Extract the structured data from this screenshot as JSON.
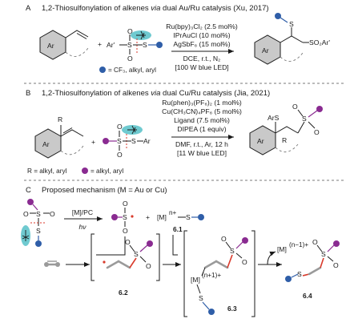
{
  "colors": {
    "purple": "#8a2b91",
    "blue": "#2f5ea8",
    "red": "#d93a2b",
    "teal": "#6fcad0",
    "ring_fill": "#c9c9c9",
    "bond_grey": "#9a9a9a"
  },
  "icons": [
    "scissors-icon",
    "ar-ring-icon",
    "radical-dot-icon"
  ],
  "sectionA": {
    "letter": "A",
    "title_pre": "1,2-Thiosulfonylation of alkenes ",
    "title_via": "via",
    "title_post": " dual Au/Ru catalysis (Xu, 2017)",
    "cond1": "Ru(bpy)₃Cl₂ (2.5 mol%)",
    "cond2": "IPrAuCl (10 mol%)",
    "cond3": "AgSbF₆ (15 mol%)",
    "cond4": "DCE, r.t., N₂",
    "cond5": "[100 W blue LED]",
    "legend": "= CF₃, alkyl, aryl",
    "reagent_ar": "Ar'",
    "product_so2": "SO₂Ar'"
  },
  "sectionB": {
    "letter": "B",
    "title_pre": "1,2-Thiosulfonylation of alkenes ",
    "title_via": "via",
    "title_post": " dual Cu/Ru catalysis (Jia, 2021)",
    "cond1": "Ru(phen)₃(PF₆)₂ (1 mol%)",
    "cond2": "Cu(CH₃CN)₄PF₆ (5 mol%)",
    "cond3": "Ligand (7.5 mol%)",
    "cond4": "DIPEA (1 equiv)",
    "cond5": "DMF, r.t., Ar, 12 h",
    "cond6": "[11 W blue LED]",
    "legend_r": "R = alkyl, aryl",
    "legend_purple": "= alkyl, aryl",
    "product_ars": "ArS"
  },
  "sectionC": {
    "letter": "C",
    "title": "Proposed mechanism (M = Au or Cu)",
    "arrow_top": "[M]/PC",
    "arrow_bottom": "hν",
    "metal_label": "[M]",
    "metal_charge": "n+",
    "label_61": "6.1",
    "label_62": "6.2",
    "label_63": "6.3",
    "label_64": "6.4",
    "metal_63": "[M]",
    "metal_63_charge": "(n+1)+",
    "metal_64": "[M]",
    "metal_64_charge": "(n−1)+"
  },
  "atoms": {
    "S": "S",
    "O": "O",
    "Ar": "Ar",
    "R": "R",
    "plus": "+"
  }
}
